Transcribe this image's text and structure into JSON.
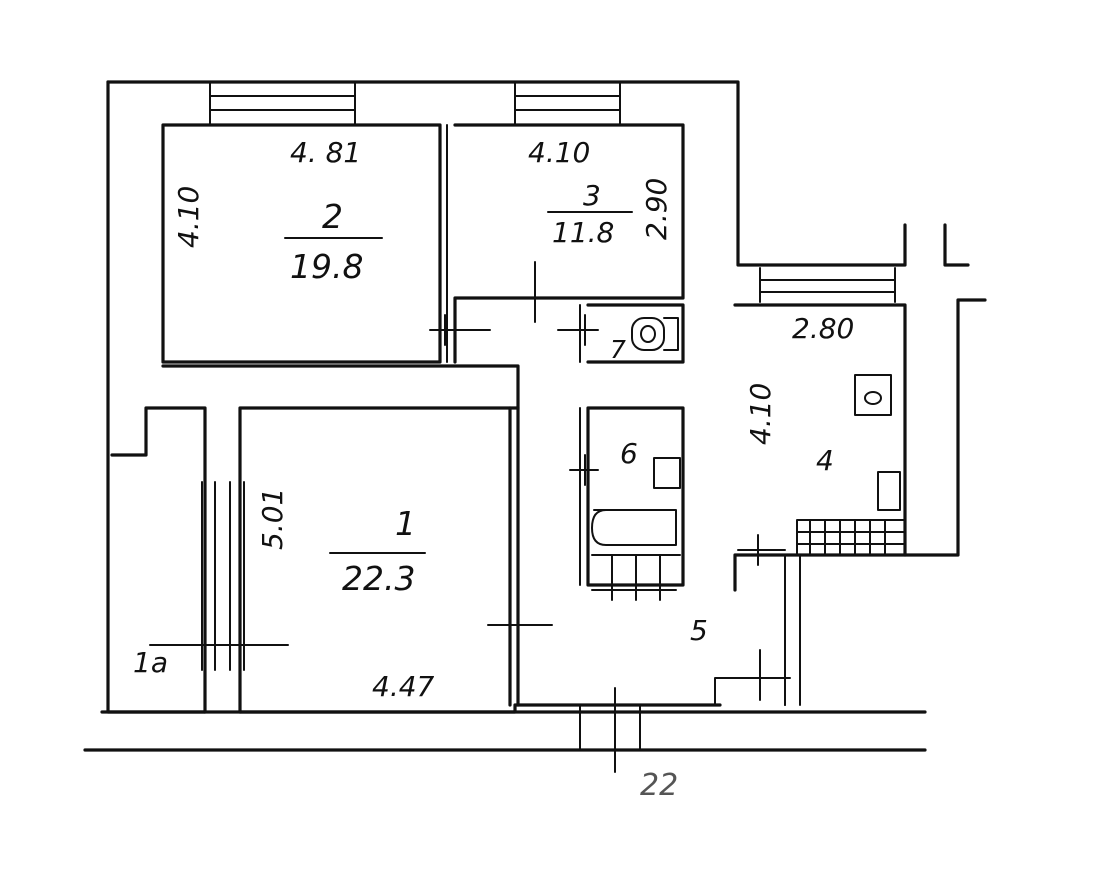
{
  "rooms": [
    {
      "id": "1",
      "number": "1",
      "area": "22.3",
      "dim_top": "5.01",
      "dim_bottom": "4.47"
    },
    {
      "id": "1a",
      "number": "1a"
    },
    {
      "id": "2",
      "number": "2",
      "area": "19.8",
      "dim_top": "4. 81",
      "dim_side": "4.10"
    },
    {
      "id": "3",
      "number": "3",
      "area": "11.8",
      "dim_top": "4.10",
      "dim_side": "2.90"
    },
    {
      "id": "4",
      "number": "4",
      "dim_top": "2.80",
      "dim_side": "4.10"
    },
    {
      "id": "5",
      "number": "5"
    },
    {
      "id": "6",
      "number": "6"
    },
    {
      "id": "7",
      "number": "7"
    }
  ],
  "building_label": "22"
}
